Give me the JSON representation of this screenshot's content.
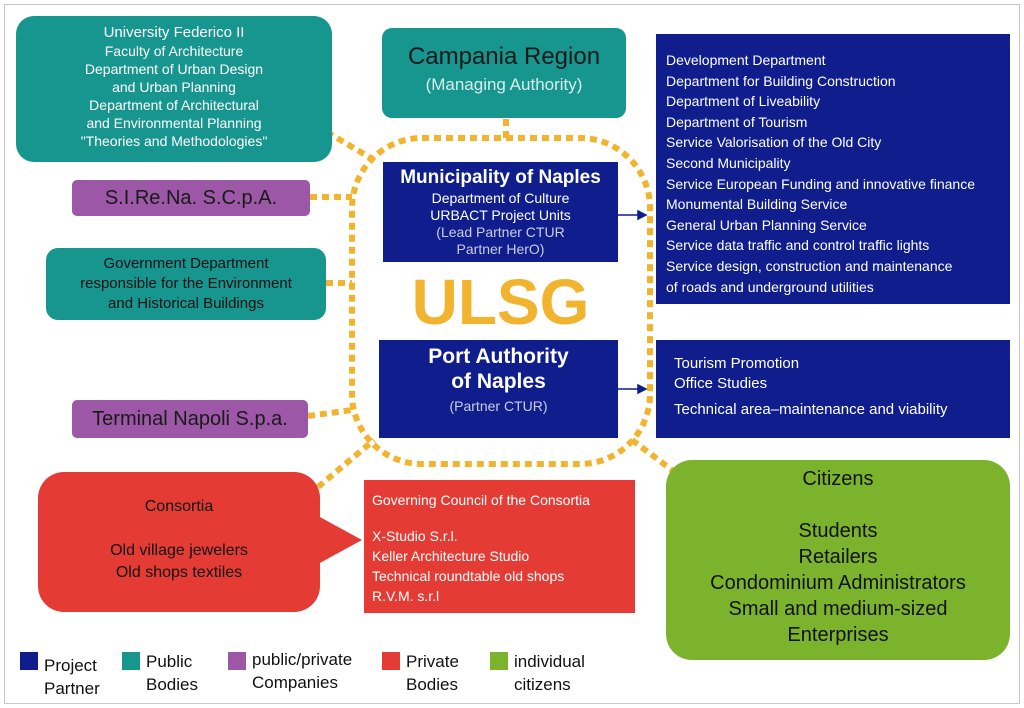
{
  "center_label": "ULSG",
  "university": {
    "lines": [
      "University Federico II",
      "Faculty of Architecture",
      "Department of Urban Design",
      "and Urban Planning",
      "Department of Architectural",
      "and Environmental Planning",
      "\"Theories and Methodologies\""
    ]
  },
  "campania": {
    "title": "Campania Region",
    "subtitle": "(Managing Authority)"
  },
  "sirena": {
    "label": "S.I.Re.Na. S.C.p.A."
  },
  "government": {
    "lines": [
      "Government Department",
      "responsible for the Environment",
      "and Historical Buildings"
    ]
  },
  "terminal": {
    "label": "Terminal Napoli S.p.a."
  },
  "municipality": {
    "title": "Municipality of Naples",
    "lines": [
      "Department of Culture",
      "URBACT Project Units"
    ],
    "sub_lines": [
      "(Lead Partner CTUR",
      "Partner HerO)"
    ]
  },
  "municipality_departments": {
    "lines": [
      "Development Department",
      "Department for Building Construction",
      "Department of Liveability",
      "Department of Tourism",
      "Service Valorisation of the Old City",
      "Second Municipality",
      "Service European Funding and innovative finance",
      "Monumental Building Service",
      "General Urban Planning Service",
      "Service data traffic and control traffic lights",
      "Service design, construction and maintenance",
      "of roads and underground utilities"
    ]
  },
  "port_authority": {
    "title_lines": [
      "Port Authority",
      "of Naples"
    ],
    "subtitle": "(Partner CTUR)"
  },
  "port_departments": {
    "lines": [
      "Tourism Promotion",
      "Office Studies",
      "Technical area–maintenance and viability"
    ]
  },
  "consortia": {
    "title": "Consortia",
    "lines": [
      "Old village jewelers",
      "Old shops textiles"
    ]
  },
  "governing_council": {
    "title": "Governing Council of the Consortia",
    "lines": [
      "X-Studio S.r.l.",
      "Keller Architecture Studio",
      "Technical roundtable old shops",
      "R.V.M. s.r.l"
    ]
  },
  "citizens": {
    "title": "Citizens",
    "lines": [
      "Students",
      "Retailers",
      "Condominium Administrators",
      "Small and medium-sized",
      "Enterprises"
    ]
  },
  "legend": [
    {
      "color": "#0f1e8c",
      "lines": [
        "Project",
        "Partner"
      ]
    },
    {
      "color": "#17958f",
      "lines": [
        "Public",
        "Bodies"
      ]
    },
    {
      "color": "#9c57a6",
      "lines": [
        "public/private",
        "Companies"
      ]
    },
    {
      "color": "#e53b35",
      "lines": [
        "Private",
        "Bodies"
      ]
    },
    {
      "color": "#7cb32c",
      "lines": [
        "individual",
        "citizens"
      ]
    }
  ],
  "colors": {
    "project_partner": "#0f1e8c",
    "public_bodies": "#17958f",
    "public_private": "#9c57a6",
    "private_bodies": "#e53b35",
    "individual_citizens": "#7cb32c",
    "connector": "#f2b42f"
  }
}
